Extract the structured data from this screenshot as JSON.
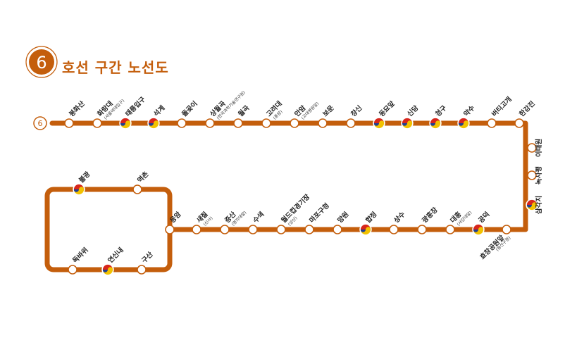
{
  "header": {
    "line_number": "6",
    "title": "호선 구간 노선도"
  },
  "colors": {
    "line": "#c45e0c",
    "station_fill": "#ffffff",
    "transfer_red": "#d7261c",
    "transfer_yellow": "#f2c200",
    "transfer_blue": "#1f3f93"
  },
  "start_badge": "6",
  "stations": [
    {
      "id": "bonghwasan",
      "label": "봉화산",
      "sub": "",
      "transfer": false
    },
    {
      "id": "hwarangdae",
      "label": "화랑대",
      "sub": "(서울여대입구)",
      "transfer": false
    },
    {
      "id": "taereung",
      "label": "태릉입구",
      "sub": "",
      "transfer": true
    },
    {
      "id": "seokgye",
      "label": "석계",
      "sub": "",
      "transfer": true
    },
    {
      "id": "dolgoji",
      "label": "돌곶이",
      "sub": "",
      "transfer": false
    },
    {
      "id": "sangwolgok",
      "label": "상월곡",
      "sub": "(한국과학기술연구원)",
      "transfer": false
    },
    {
      "id": "wolgok",
      "label": "월곡",
      "sub": "",
      "transfer": false
    },
    {
      "id": "koreauniv",
      "label": "고려대",
      "sub": "(종암)",
      "transfer": false
    },
    {
      "id": "anam",
      "label": "안암",
      "sub": "(고대병원앞)",
      "transfer": false
    },
    {
      "id": "bomun",
      "label": "보문",
      "sub": "",
      "transfer": false
    },
    {
      "id": "changsin",
      "label": "창신",
      "sub": "",
      "transfer": false
    },
    {
      "id": "dongmyo",
      "label": "동묘앞",
      "sub": "",
      "transfer": true
    },
    {
      "id": "sindang",
      "label": "신당",
      "sub": "",
      "transfer": true
    },
    {
      "id": "cheonggu",
      "label": "청구",
      "sub": "",
      "transfer": true
    },
    {
      "id": "yaksu",
      "label": "약수",
      "sub": "",
      "transfer": true
    },
    {
      "id": "beotigogae",
      "label": "버티고개",
      "sub": "",
      "transfer": false
    },
    {
      "id": "hangangjin",
      "label": "한강진",
      "sub": "",
      "transfer": false
    },
    {
      "id": "itaewon",
      "label": "이태원",
      "sub": "",
      "transfer": false
    },
    {
      "id": "noksapyeong",
      "label": "녹사평",
      "sub": "",
      "transfer": false
    },
    {
      "id": "samgakji",
      "label": "삼각지",
      "sub": "",
      "transfer": true
    },
    {
      "id": "hyochang",
      "label": "효창공원앞",
      "sub": "(용산구청)",
      "transfer": false
    },
    {
      "id": "gongdeok",
      "label": "공덕",
      "sub": "",
      "transfer": true
    },
    {
      "id": "daeheung",
      "label": "대흥",
      "sub": "(서강대앞)",
      "transfer": false
    },
    {
      "id": "gwangheungchang",
      "label": "광흥창",
      "sub": "",
      "transfer": false
    },
    {
      "id": "sangsu",
      "label": "상수",
      "sub": "",
      "transfer": false
    },
    {
      "id": "hapjeong",
      "label": "합정",
      "sub": "",
      "transfer": true
    },
    {
      "id": "mangwon",
      "label": "망원",
      "sub": "",
      "transfer": false
    },
    {
      "id": "mapogu",
      "label": "마포구청",
      "sub": "",
      "transfer": false
    },
    {
      "id": "worldcup",
      "label": "월드컵경기장",
      "sub": "(성산)",
      "transfer": false
    },
    {
      "id": "susaek",
      "label": "수색",
      "sub": "",
      "transfer": false
    },
    {
      "id": "jeungsan",
      "label": "증산",
      "sub": "(명지대앞)",
      "transfer": false
    },
    {
      "id": "saejeol",
      "label": "새절",
      "sub": "(신사)",
      "transfer": false
    },
    {
      "id": "eungam",
      "label": "응암",
      "sub": "",
      "transfer": false
    },
    {
      "id": "yeokchon",
      "label": "역촌",
      "sub": "",
      "transfer": false
    },
    {
      "id": "bulgwang",
      "label": "불광",
      "sub": "",
      "transfer": true
    },
    {
      "id": "dokbawi",
      "label": "독바위",
      "sub": "",
      "transfer": false
    },
    {
      "id": "yeonsinnae",
      "label": "연신내",
      "sub": "",
      "transfer": true
    },
    {
      "id": "gusan",
      "label": "구산",
      "sub": "",
      "transfer": false
    }
  ]
}
